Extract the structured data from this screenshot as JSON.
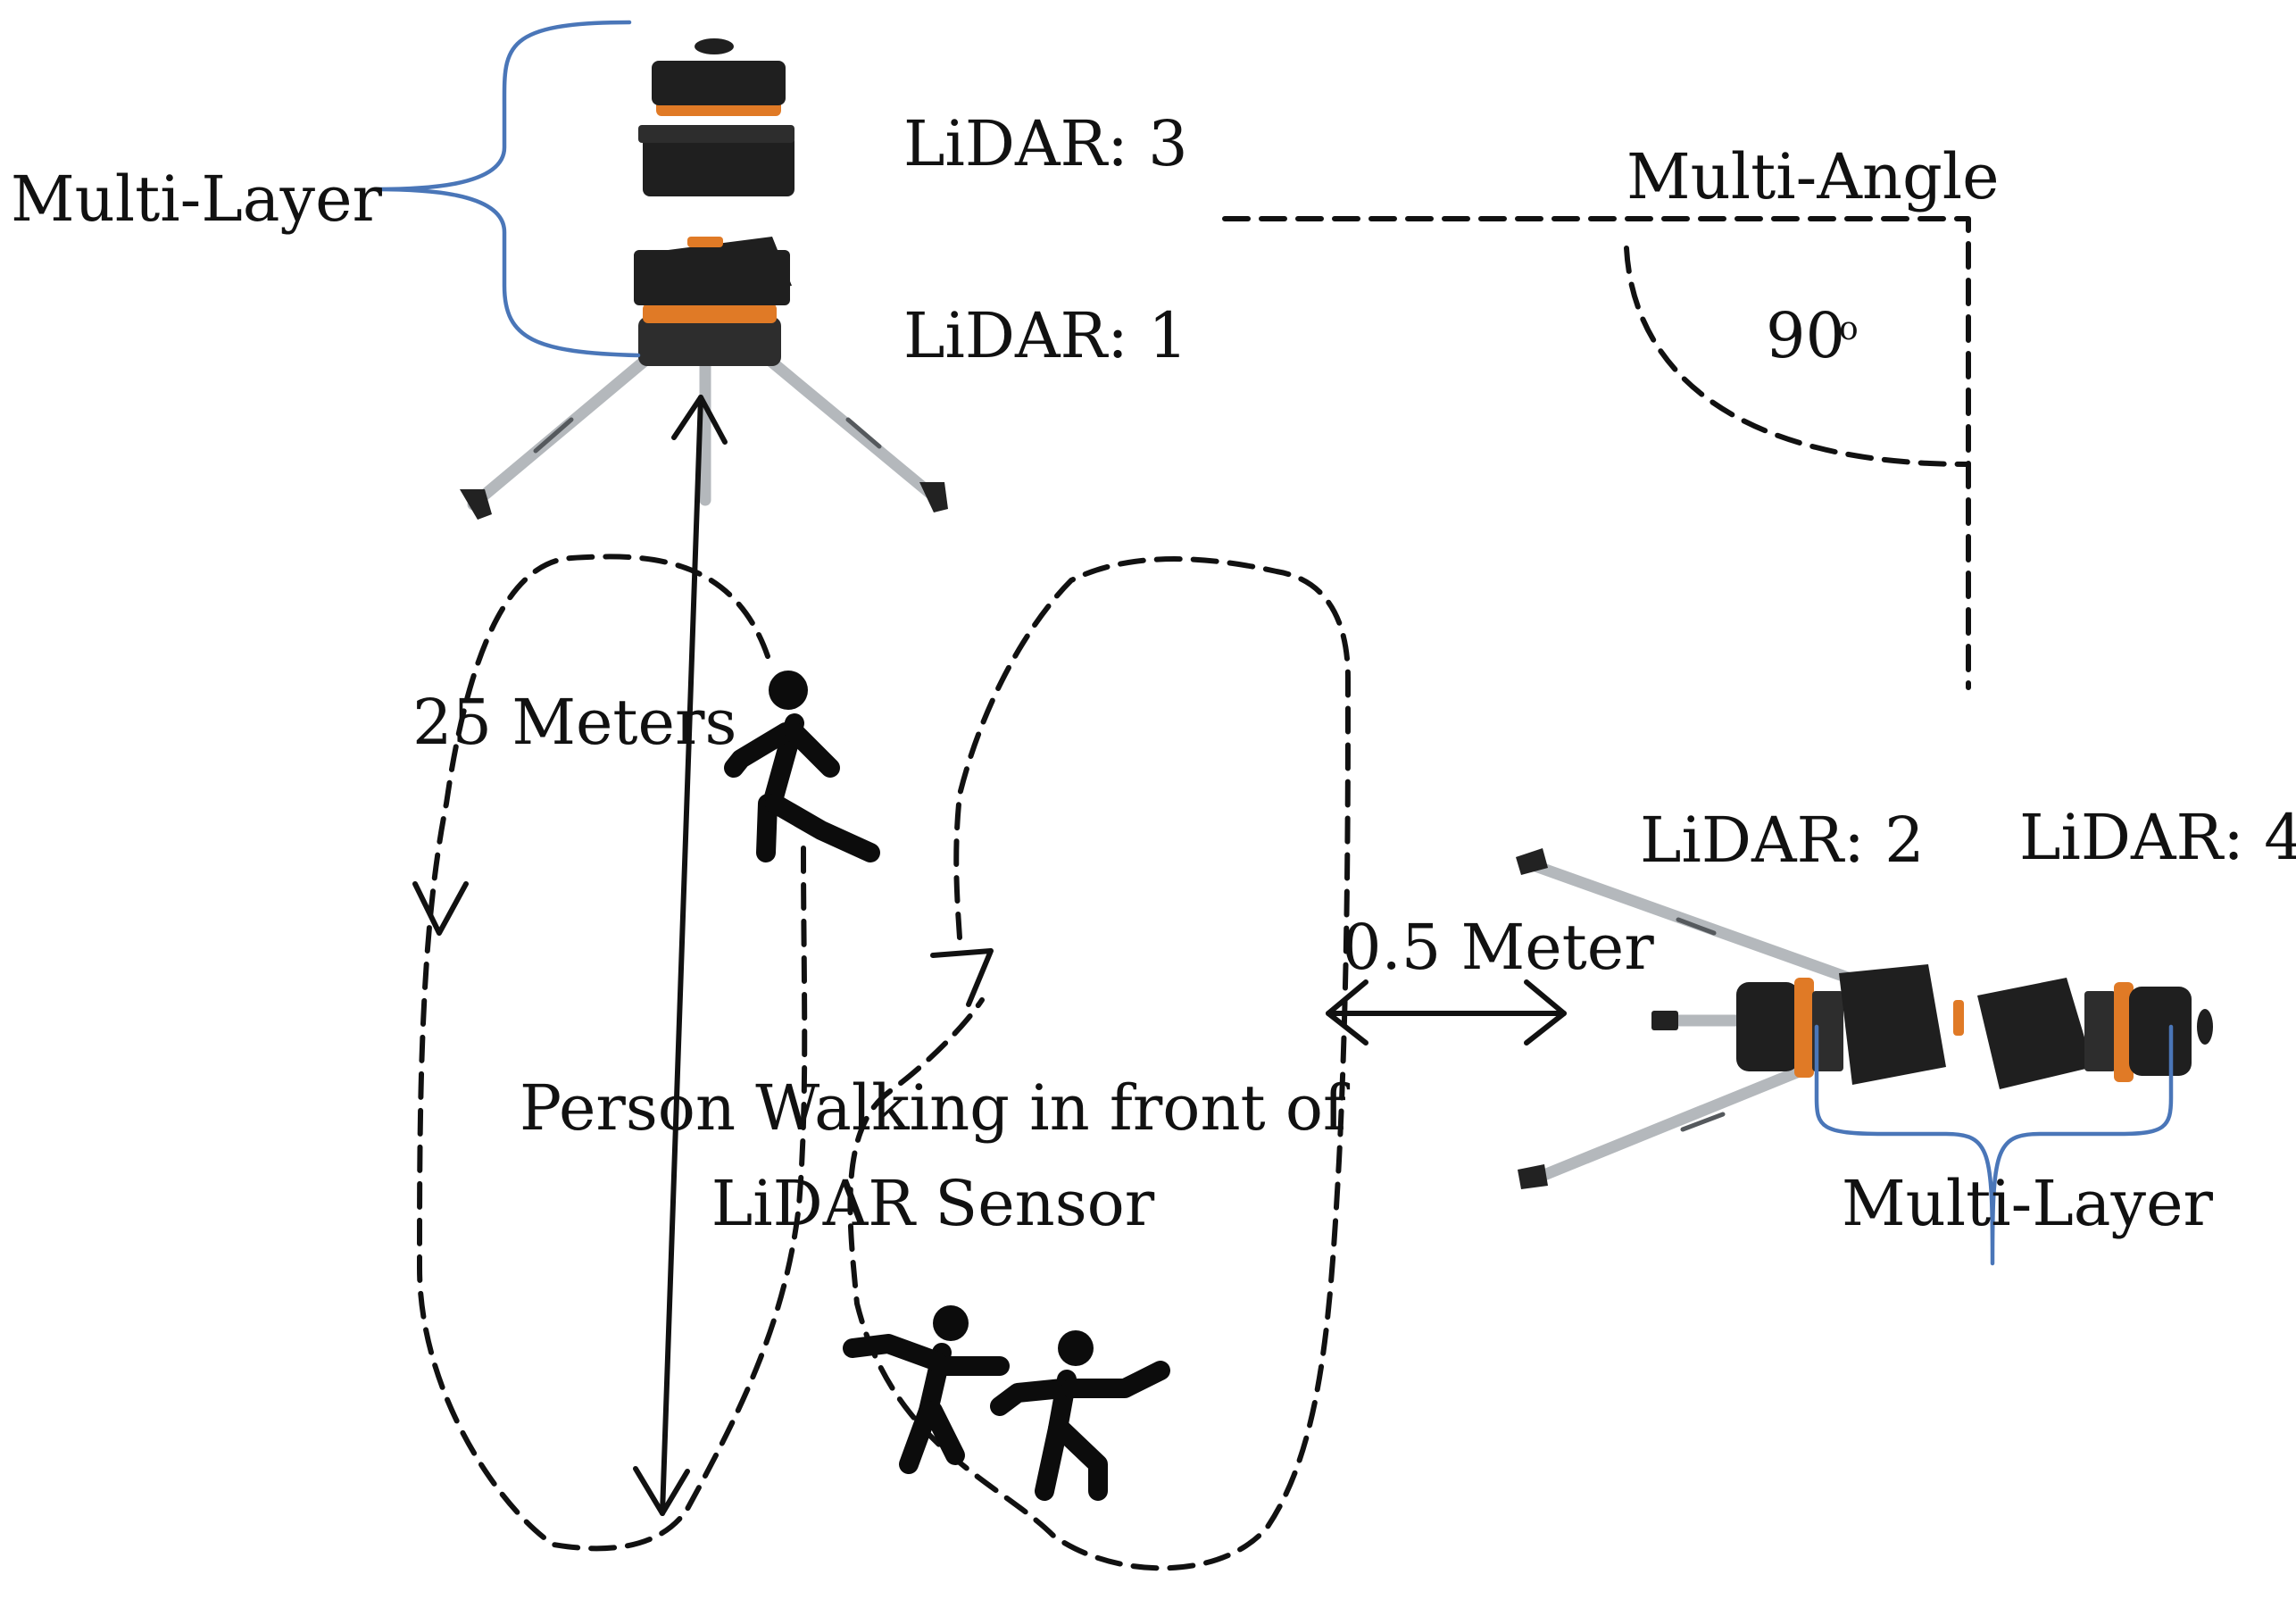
{
  "labels": {
    "multi_layer_left": "Multi-Layer",
    "multi_layer_right": "Multi-Layer",
    "lidar_3": "LiDAR: 3",
    "lidar_1": "LiDAR: 1",
    "lidar_2": "LiDAR: 2",
    "lidar_4": "LiDAR: 4",
    "multi_angle": "Multi-Angle",
    "angle": "90",
    "angle_unit": "o",
    "distance_long": "25 Meters",
    "distance_short": "0.5 Meter",
    "caption_line1": "Person Walking in front of",
    "caption_line2": "LiDAR Sensor"
  },
  "icons": [
    "lidar-stack-vertical",
    "lidar-stack-horizontal",
    "walking-person-icon",
    "walking-pair-icon"
  ],
  "colors": {
    "brace": "#4a76b8",
    "sensor_ring": "#e07a26",
    "line": "#111111"
  }
}
